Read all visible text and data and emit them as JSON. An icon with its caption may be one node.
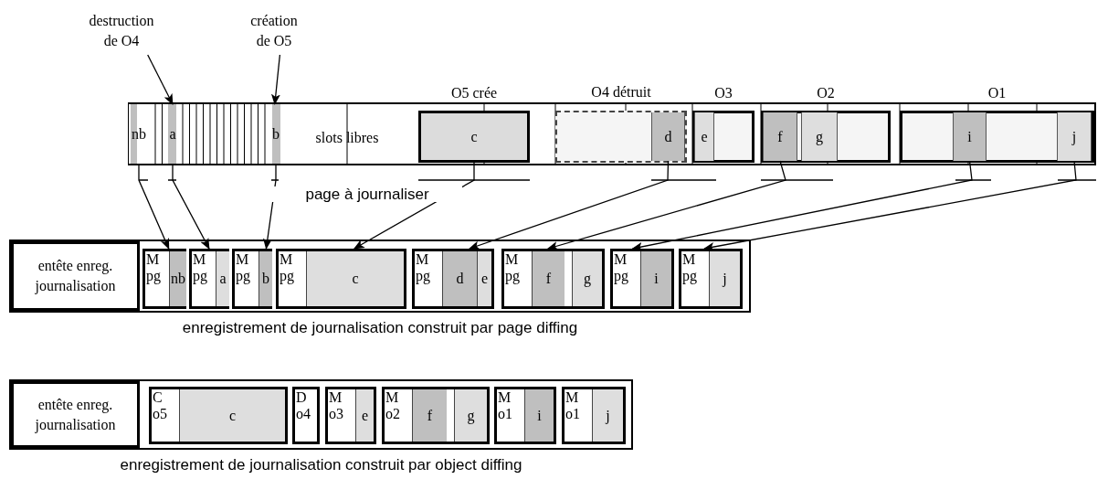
{
  "diagram": {
    "nodes": [
      {
        "text": [
          "destruction de O4"
        ]
      },
      {
        "text": [
          "création de O5"
        ]
      },
      {
        "text": [],
        "shape": "box"
      },
      {
        "text": [
          "nb"
        ],
        "in": 2
      },
      {
        "text": [
          "a"
        ],
        "in": 2
      },
      {
        "text": [
          "b"
        ],
        "in": 2
      },
      {
        "text": [
          "slots libres"
        ],
        "in": 2
      },
      {
        "text": [
          "c"
        ],
        "in": 2,
        "beside": [
          "O5 crée"
        ]
      },
      {
        "text": [],
        "shape": "box",
        "in": 2,
        "beside": [
          "O4 détruit"
        ]
      },
      {
        "text": [
          "d"
        ],
        "in": 8
      },
      {
        "text": [],
        "shape": "box",
        "in": 2,
        "beside": [
          "O3"
        ]
      },
      {
        "text": [
          "e"
        ],
        "in": 10
      },
      {
        "text": [],
        "shape": "box",
        "in": 2,
        "beside": [
          "O2"
        ]
      },
      {
        "text": [
          "f"
        ],
        "in": 12
      },
      {
        "text": [
          "g"
        ],
        "in": 12
      },
      {
        "text": [],
        "shape": "box",
        "in": 2,
        "beside": [
          "O1"
        ]
      },
      {
        "text": [
          "i"
        ],
        "in": 15
      },
      {
        "text": [
          "j"
        ],
        "in": 15
      },
      {
        "text": [],
        "shape": "box",
        "beside": [
          "enregistrement de journalisation construit par page diffing"
        ]
      },
      {
        "text": [
          "entête enreg. journalisation"
        ],
        "in": 18
      },
      {
        "text": [
          "M pg",
          "nb"
        ],
        "in": 18
      },
      {
        "text": [
          "M pg",
          "a"
        ],
        "in": 18
      },
      {
        "text": [
          "M pg",
          "b"
        ],
        "in": 18
      },
      {
        "text": [
          "M pg",
          "c"
        ],
        "in": 18
      },
      {
        "text": [
          "M pg",
          "d",
          "e"
        ],
        "in": 18
      },
      {
        "text": [
          "M pg",
          "f",
          "g"
        ],
        "in": 18
      },
      {
        "text": [
          "M pg",
          "i"
        ],
        "in": 18
      },
      {
        "text": [
          "M pg",
          "j"
        ],
        "in": 18
      },
      {
        "text": [],
        "shape": "box",
        "beside": [
          "enregistrement de journalisation construit par object diffing"
        ]
      },
      {
        "text": [
          "entête enreg. journalisation"
        ],
        "in": 28
      },
      {
        "text": [
          "C o5",
          "c"
        ],
        "in": 28
      },
      {
        "text": [
          "D o4"
        ],
        "in": 28
      },
      {
        "text": [
          "M o3",
          "e"
        ],
        "in": 28
      },
      {
        "text": [
          "M o2",
          "f",
          "g"
        ],
        "in": 28
      },
      {
        "text": [
          "M o1",
          "i"
        ],
        "in": 28
      },
      {
        "text": [
          "M o1",
          "j"
        ],
        "in": 28
      }
    ],
    "edges": [
      {
        "from": 0,
        "to": 4,
        "arrow": "to"
      },
      {
        "from": 1,
        "to": 5,
        "arrow": "to"
      },
      {
        "from": 3,
        "to": 20,
        "arrow": "to"
      },
      {
        "from": 4,
        "to": 21,
        "arrow": "to"
      },
      {
        "from": 5,
        "to": 22,
        "arrow": "to"
      },
      {
        "from": 7,
        "to": 23,
        "arrow": "to",
        "label": "page à journaliser"
      },
      {
        "from": 9,
        "to": 24,
        "arrow": "to"
      },
      {
        "from": 13,
        "to": 25,
        "arrow": "to"
      },
      {
        "from": 16,
        "to": 26,
        "arrow": "to"
      },
      {
        "from": 17,
        "to": 27,
        "arrow": "to"
      }
    ]
  }
}
